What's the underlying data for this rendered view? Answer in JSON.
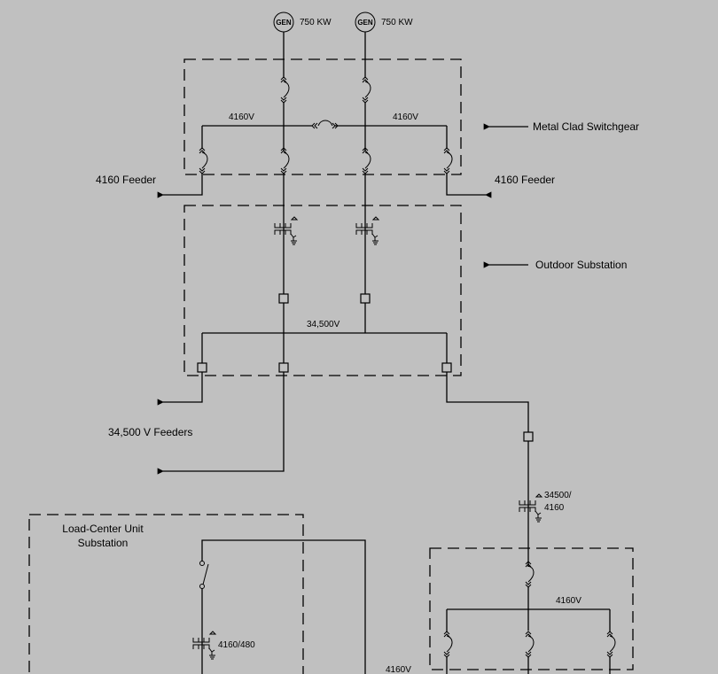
{
  "colors": {
    "background": "#c0c0c0",
    "line": "#000000"
  },
  "generators": [
    {
      "symbol": "GEN",
      "rating": "750 KW"
    },
    {
      "symbol": "GEN",
      "rating": "750 KW"
    }
  ],
  "metal_clad_switchgear": {
    "label": "Metal Clad Switchgear",
    "bus_left_voltage": "4160V",
    "bus_right_voltage": "4160V",
    "left_feeder": "4160 Feeder",
    "right_feeder": "4160 Feeder"
  },
  "outdoor_substation": {
    "label": "Outdoor Substation",
    "bus_voltage": "34,500V"
  },
  "feeders_34500": {
    "label": "34,500 V Feeders"
  },
  "step_down_transformer": {
    "ratio_line1": "34500/",
    "ratio_line2": "4160"
  },
  "right_switchgear": {
    "bus_voltage": "4160V",
    "outgoing_voltage": "4160V"
  },
  "load_center": {
    "title_line1": "Load-Center Unit",
    "title_line2": "Substation",
    "transformer_ratio": "4160/480"
  }
}
